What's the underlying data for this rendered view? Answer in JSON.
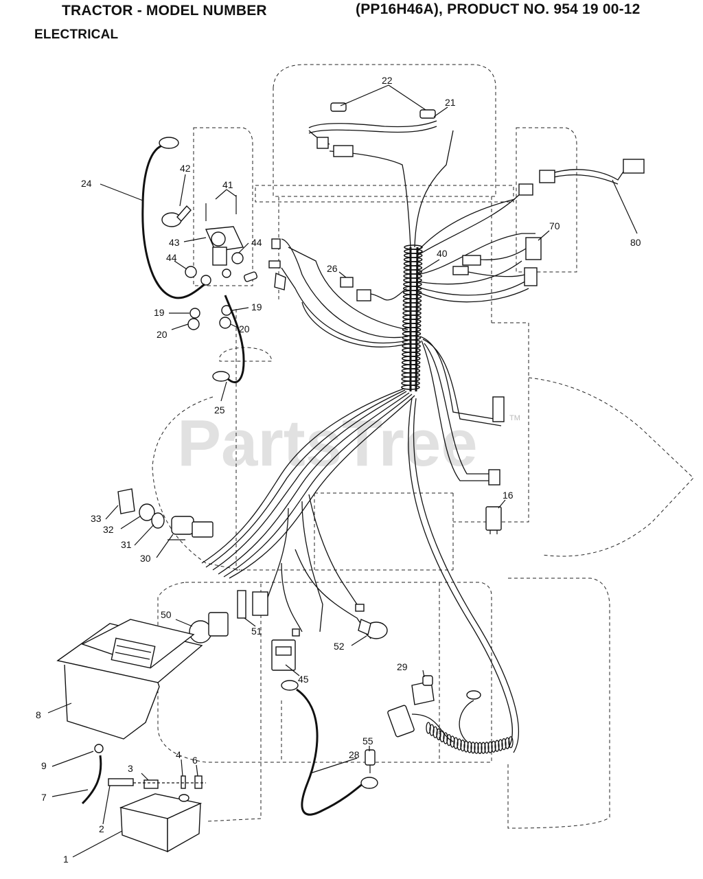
{
  "header": {
    "left_title": "TRACTOR - MODEL NUMBER",
    "right_title": "(PP16H46A), PRODUCT NO. 954 19 00-12",
    "section": "ELECTRICAL"
  },
  "watermark": {
    "text": "PartsTree",
    "trademark": "TM"
  },
  "callouts": {
    "c1": "1",
    "c2": "2",
    "c3": "3",
    "c4": "4",
    "c6": "6",
    "c7": "7",
    "c8": "8",
    "c9": "9",
    "c16": "16",
    "c19a": "19",
    "c19b": "19",
    "c20a": "20",
    "c20b": "20",
    "c21": "21",
    "c22": "22",
    "c24": "24",
    "c25": "25",
    "c26": "26",
    "c28": "28",
    "c29": "29",
    "c30": "30",
    "c31": "31",
    "c32": "32",
    "c33": "33",
    "c40": "40",
    "c41": "41",
    "c42": "42",
    "c43": "43",
    "c44a": "44",
    "c44b": "44",
    "c45": "45",
    "c50": "50",
    "c51": "51",
    "c52": "52",
    "c55": "55",
    "c70": "70",
    "c80": "80"
  }
}
